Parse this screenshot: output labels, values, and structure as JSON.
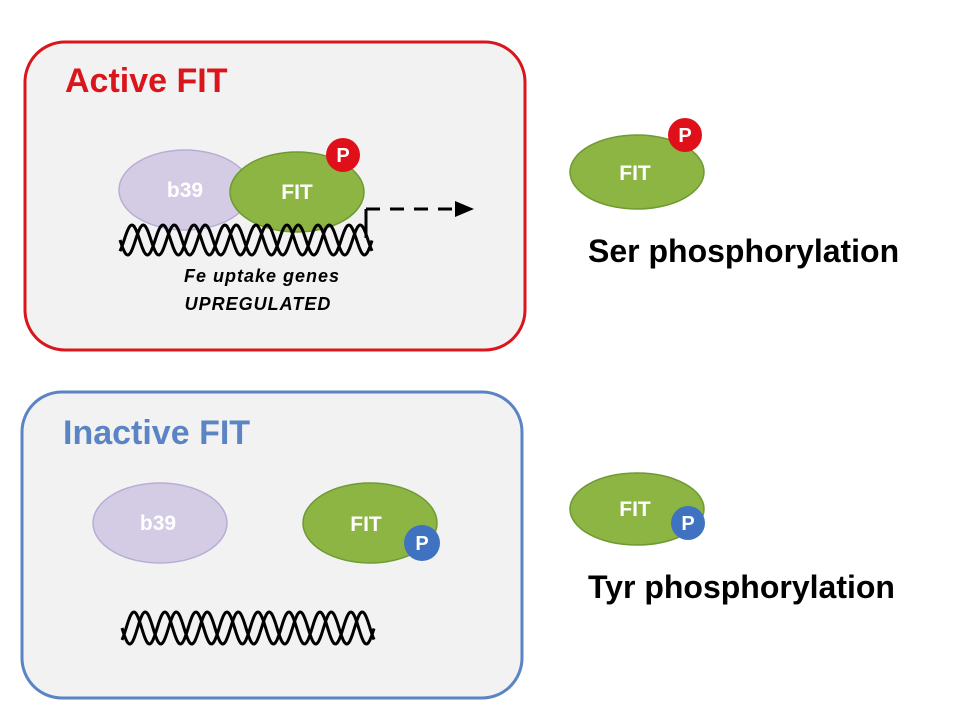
{
  "active_panel": {
    "title": "Active FIT",
    "b39_label": "b39",
    "fit_label": "FIT",
    "phospho_label": "P",
    "gene_line1": "Fe uptake genes",
    "gene_line2": "UPREGULATED"
  },
  "inactive_panel": {
    "title": "Inactive FIT",
    "b39_label": "b39",
    "fit_label": "FIT",
    "phospho_label": "P"
  },
  "legend": {
    "ser": {
      "fit_label": "FIT",
      "phospho_label": "P",
      "caption": "Ser phosphorylation"
    },
    "tyr": {
      "fit_label": "FIT",
      "phospho_label": "P",
      "caption": "Tyr phosphorylation"
    }
  },
  "colors": {
    "active": "#d9161c",
    "inactive": "#5b84c4",
    "fit": "#8db543",
    "b39": "#d4cce5",
    "ser_phospho": "#e0101a",
    "tyr_phospho": "#3f72c0",
    "panel_fill": "#f2f2f2"
  }
}
